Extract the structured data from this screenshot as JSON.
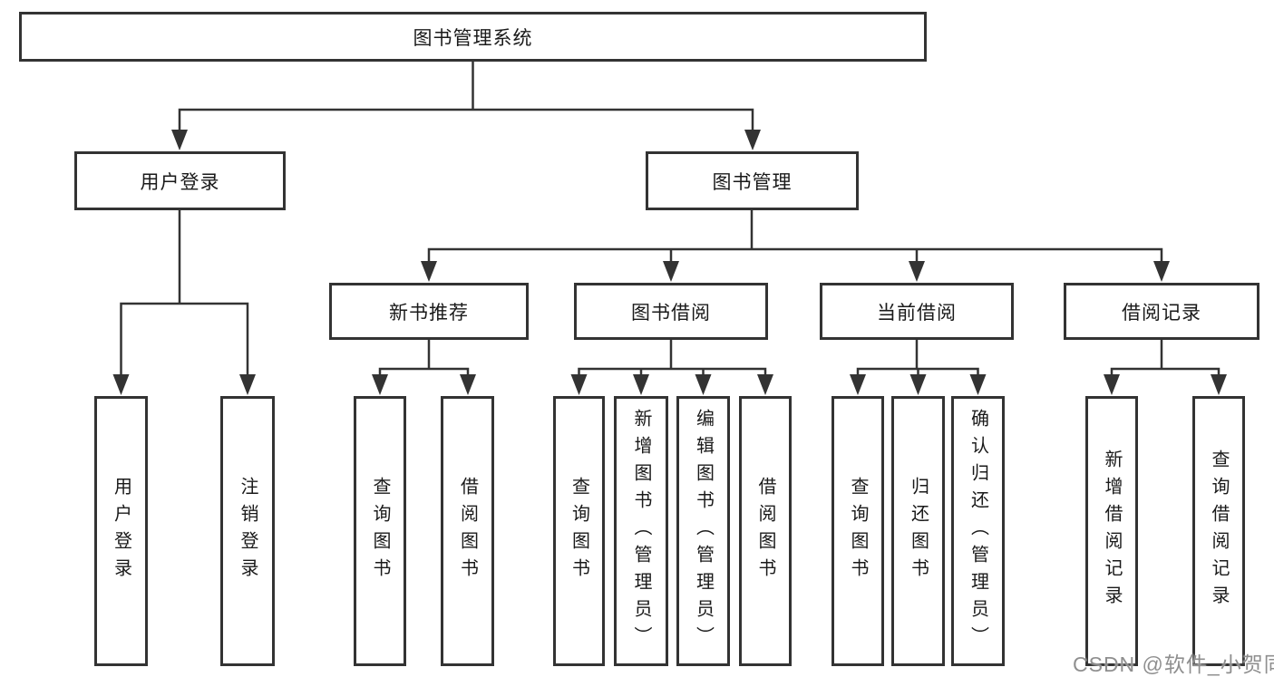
{
  "tree": {
    "root": "图书管理系统",
    "level2": [
      "用户登录",
      "图书管理"
    ],
    "level3": [
      "新书推荐",
      "图书借阅",
      "当前借阅",
      "借阅记录"
    ],
    "leaves": {
      "user_login": [
        "用户登录",
        "注销登录"
      ],
      "new_books": [
        "查询图书",
        "借阅图书"
      ],
      "book_borrowing": [
        "查询图书",
        "新增图书（管理员）",
        "编辑图书（管理员）",
        "借阅图书"
      ],
      "current_borrowing": [
        "查询图书",
        "归还图书",
        "确认归还（管理员）"
      ],
      "borrowing_records": [
        "新增借阅记录",
        "查询借阅记录"
      ]
    }
  },
  "watermark": {
    "text": "CSDN @软件_小贺同学",
    "color": "#8f8f8f"
  },
  "colors": {
    "line": "#333333",
    "border": "#333333",
    "text": "#1a1a1a",
    "background": "#ffffff"
  }
}
